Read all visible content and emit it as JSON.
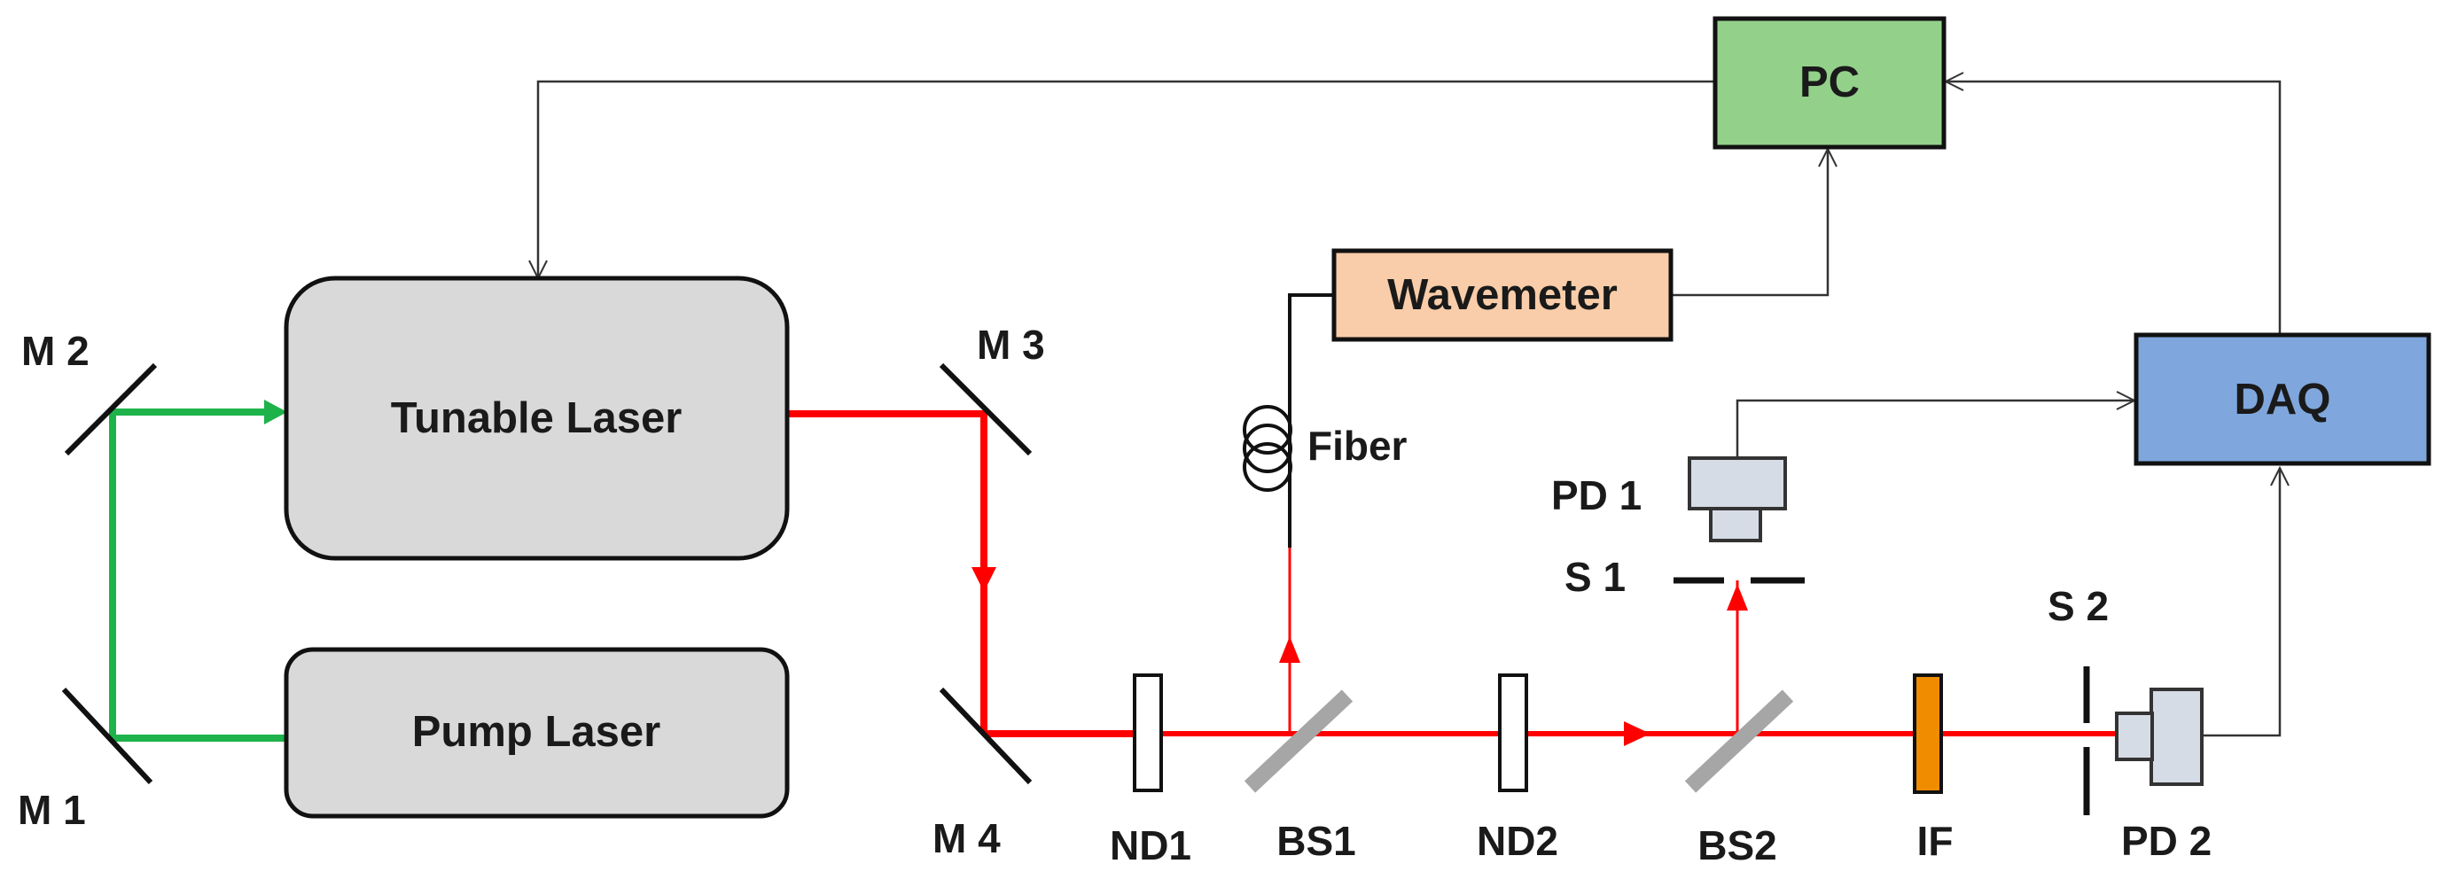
{
  "components": {
    "tunable_laser": "Tunable Laser",
    "pump_laser": "Pump Laser",
    "pc": "PC",
    "wavemeter": "Wavemeter",
    "daq": "DAQ",
    "fiber": "Fiber"
  },
  "optics": {
    "m1": "M 1",
    "m2": "M 2",
    "m3": "M 3",
    "m4": "M 4",
    "nd1": "ND1",
    "nd2": "ND2",
    "bs1": "BS1",
    "bs2": "BS2",
    "if_filter": "IF",
    "s1": "S 1",
    "s2": "S 2",
    "pd1": "PD 1",
    "pd2": "PD 2"
  },
  "colors": {
    "pump_beam": "#1db34a",
    "laser_beam": "#ff0000",
    "pc_box": "#93d18a",
    "wavemeter_box": "#f9cda9",
    "daq_box": "#7fa7dd",
    "laser_box": "#d9d9d9",
    "detector": "#d6dce6",
    "if_filter": "#f08c00",
    "beamsplitter": "#a6a6a6"
  }
}
